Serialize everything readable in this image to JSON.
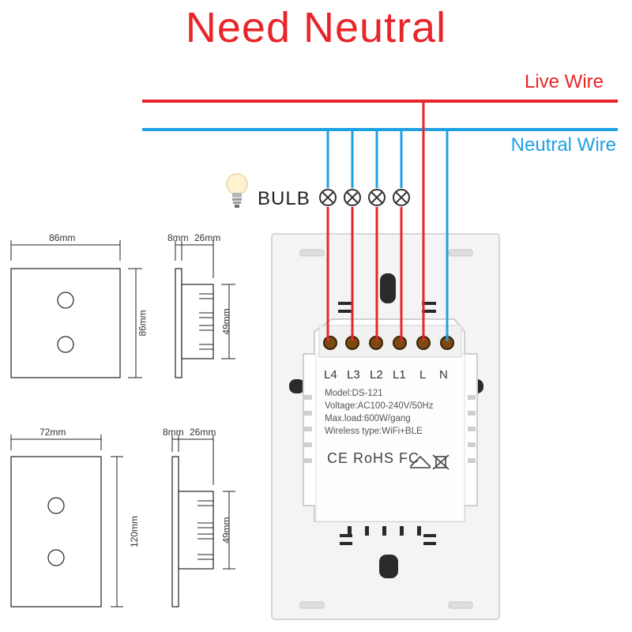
{
  "title": "Need Neutral",
  "wires": {
    "live_label": "Live Wire",
    "neutral_label": "Neutral Wire",
    "live_color": "#e8262a",
    "neutral_color": "#1ea0e6"
  },
  "bulb": {
    "label": "BULB",
    "icon": "light-bulb-icon",
    "count": 4
  },
  "terminals": [
    "L4",
    "L3",
    "L2",
    "L1",
    "L",
    "N"
  ],
  "specs": [
    "Model:DS-121",
    "Voltage:AC100-240V/50Hz",
    "Max.load:600W/gang",
    "Wireless type:WiFi+BLE"
  ],
  "certifications": "CE RoHS FC",
  "cert_icons": [
    "house-recycle-icon",
    "crossed-bin-icon"
  ],
  "dims": {
    "sq_width": "86mm",
    "sq_height": "86mm",
    "sq_front": "8mm",
    "sq_depth": "26mm",
    "sq_box": "49mm",
    "rect_width": "72mm",
    "rect_height": "120mm",
    "rect_front": "8mm",
    "rect_depth": "26mm",
    "rect_box": "49mm"
  }
}
